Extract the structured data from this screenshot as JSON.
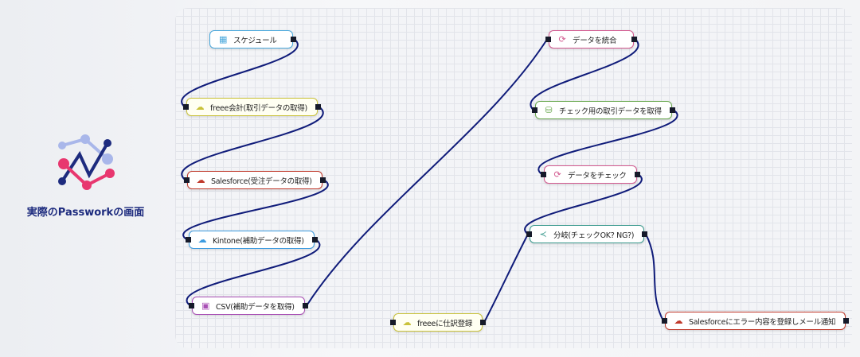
{
  "caption": "実際のPassworkの画面",
  "colors": {
    "edge": "#101c7a",
    "logo_navy": "#1d2b7e",
    "logo_pink": "#e8376f",
    "logo_light": "#a9b7ea"
  },
  "nodes": [
    {
      "label": "スケジュール",
      "icon": "calendar-icon",
      "color": "#4aa8dc"
    },
    {
      "label": "freee会計(取引データの取得)",
      "icon": "cloud-icon",
      "color": "#c9c23a"
    },
    {
      "label": "Salesforce(受注データの取得)",
      "icon": "cloud-icon",
      "color": "#c0392b"
    },
    {
      "label": "Kintone(補助データの取得)",
      "icon": "cloud-icon",
      "color": "#3d9be0"
    },
    {
      "label": "CSV(補助データを取得)",
      "icon": "csv-icon",
      "color": "#a94fb5"
    },
    {
      "label": "freeeに仕訳登録",
      "icon": "cloud-icon",
      "color": "#c9c23a"
    },
    {
      "label": "データを統合",
      "icon": "refresh-icon",
      "color": "#d2598f"
    },
    {
      "label": "チェック用の取引データを取得",
      "icon": "database-icon",
      "color": "#6aa84f"
    },
    {
      "label": "データをチェック",
      "icon": "refresh-icon",
      "color": "#d2598f"
    },
    {
      "label": "分岐(チェックOK? NG?)",
      "icon": "branch-icon",
      "color": "#3a9a8e"
    },
    {
      "label": "Salesforceにエラー内容を登録しメール通知",
      "icon": "cloud-icon",
      "color": "#c0392b"
    }
  ]
}
